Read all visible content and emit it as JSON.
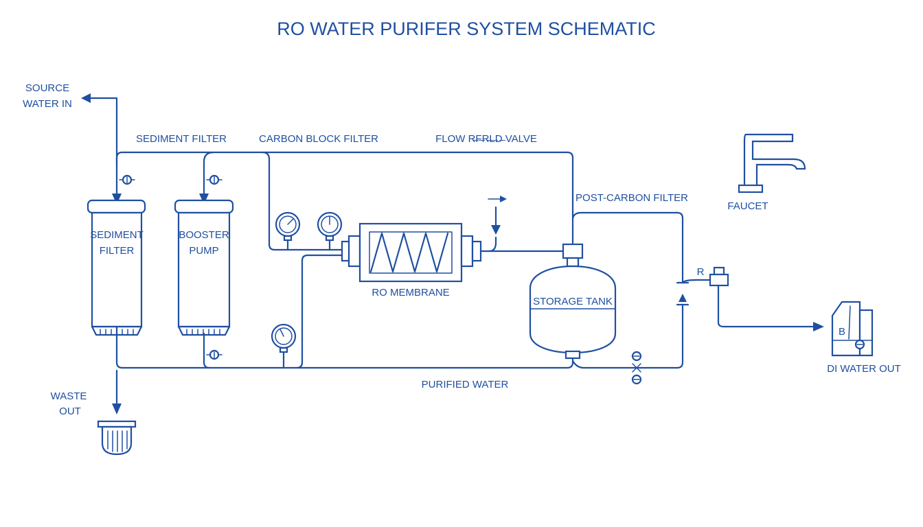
{
  "title": "RO WATER PURIFER SYSTEM SCHEMATIC",
  "labels": {
    "source_line1": "SOURCE",
    "source_line2": "WATER IN",
    "sediment_filter_top": "SEDIMENT FILTER",
    "carbon_block_filter": "CARBON BLOCK FILTER",
    "flow_valve": "FLOW R̶F̶R̶L̶D̶ VALVE",
    "post_carbon_filter": "POST-CARBON FILTER",
    "faucet": "FAUCET",
    "sediment_line1": "SEDIMENT",
    "sediment_line2": "FILTER",
    "booster_line1": "BOOSTER",
    "booster_line2": "PUMP",
    "ro_membrane": "RO MEMBRANE",
    "storage_tank": "STORAGE TANK",
    "r_mark": "R",
    "di_water_out": "DI WATER OUT",
    "purified_water": "PURIFIED WATER",
    "waste_line1": "WASTE",
    "waste_line2": "OUT",
    "di_unit_mark": "B"
  },
  "icons": [
    "arrow-icon",
    "valve-icon",
    "pressure-gauge-icon",
    "faucet-icon",
    "drain-icon",
    "di-unit-icon"
  ],
  "colors": {
    "line": "#1f4fa0",
    "background": "#ffffff"
  }
}
